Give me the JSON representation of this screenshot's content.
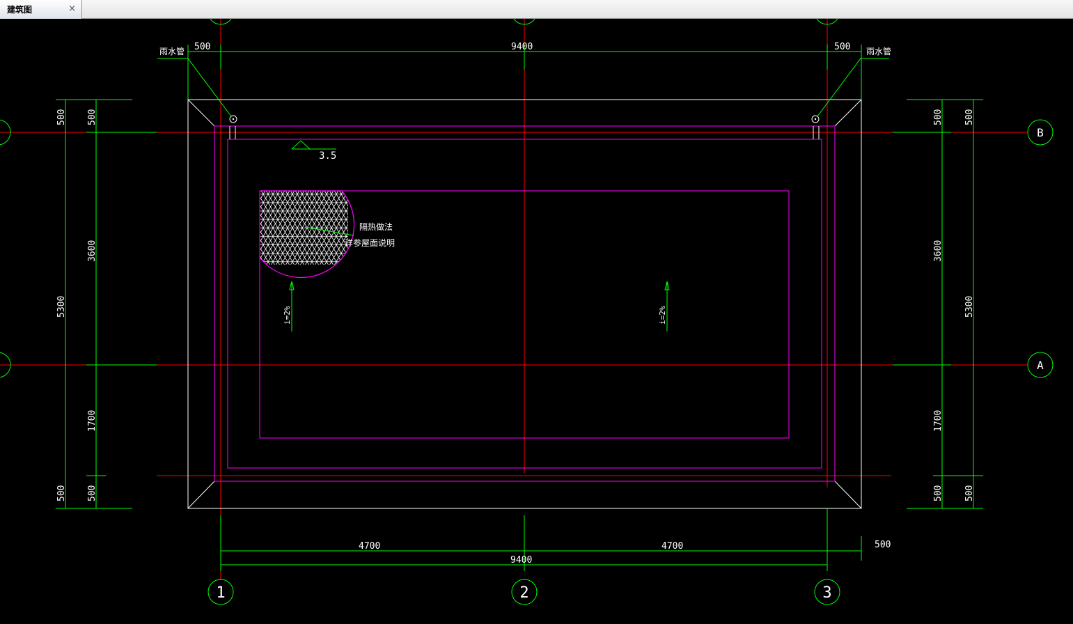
{
  "tab": {
    "label": "建筑图",
    "close_glyph": "×"
  },
  "drawing": {
    "colors": {
      "background": "#000000",
      "axis": "#ff0000",
      "dimension": "#00ff00",
      "outline": "#ffffff",
      "wall": "#ff00ff",
      "text": "#ffffff"
    },
    "grid_labels": [
      "1",
      "2",
      "3",
      "A",
      "B"
    ],
    "dims": {
      "top_left": "500",
      "top_span": "9400",
      "top_right": "500",
      "left_top": "500",
      "left_mid_top": "3600",
      "left_mid_bottom": "1700",
      "left_bottom": "500",
      "left_total": "5300",
      "right_top": "500",
      "right_mid_top": "3600",
      "right_mid_bottom": "1700",
      "right_bottom": "500",
      "right_total": "5300",
      "bottom_left": "4700",
      "bottom_right": "4700",
      "bottom_total": "9400",
      "bottom_ext": "500"
    },
    "labels": {
      "downpipe_left": "雨水管",
      "downpipe_right": "雨水管",
      "elevation": "3.5",
      "insulation_line1": "隔热做法",
      "insulation_line2": "详参屋面说明",
      "slope_left": "i=2%",
      "slope_right": "i=2%"
    }
  }
}
